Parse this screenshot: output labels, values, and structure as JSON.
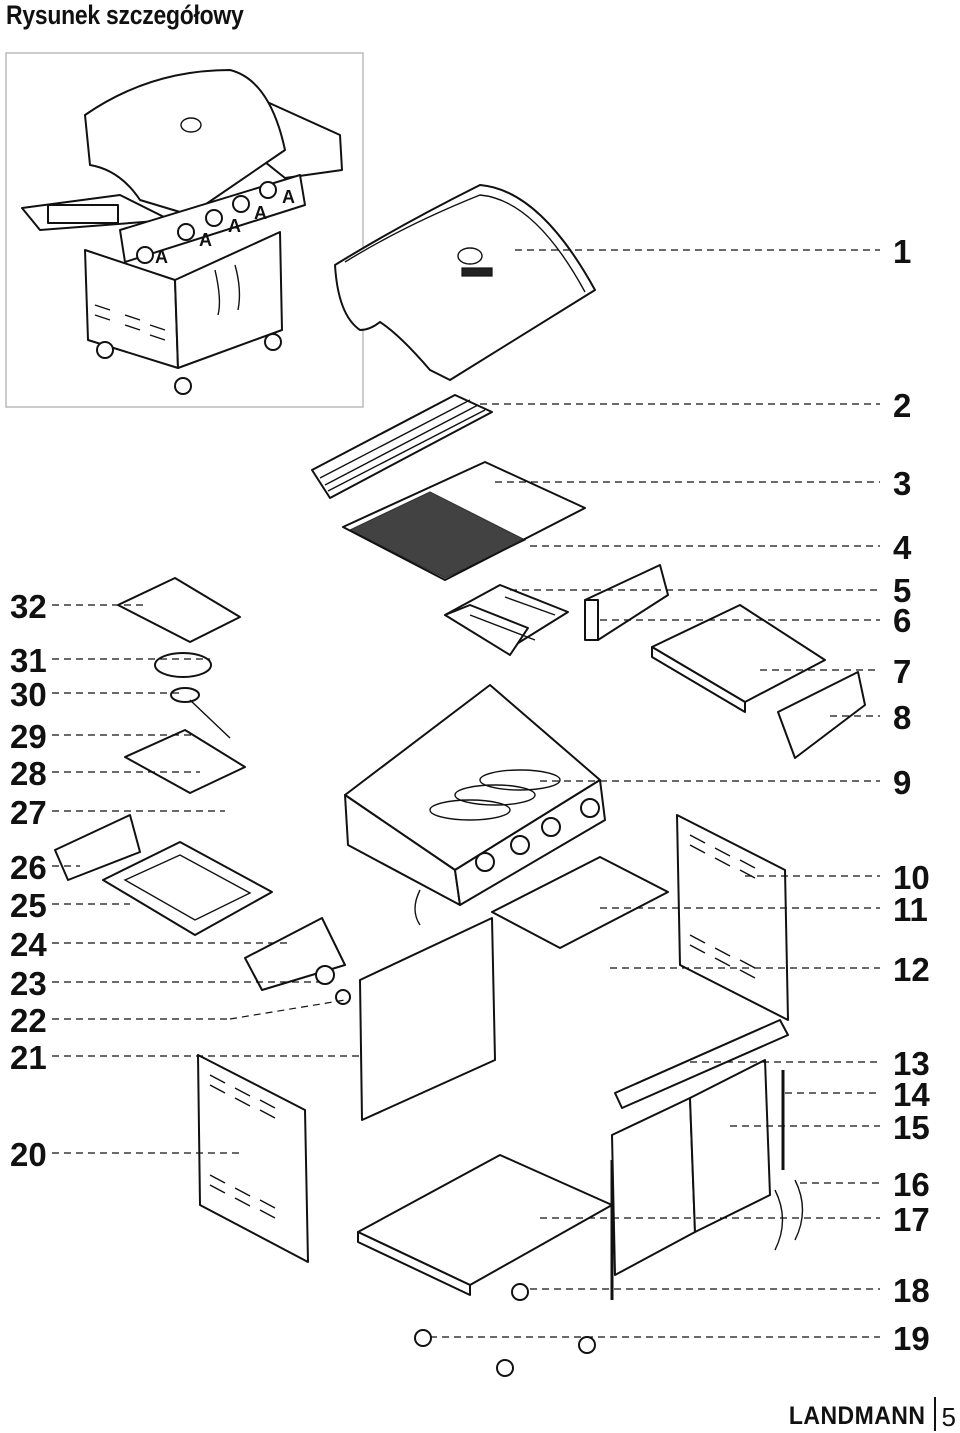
{
  "title": "Rysunek szczegółowy",
  "overview_knob_label": "A",
  "parts_right": [
    "1",
    "2",
    "3",
    "4",
    "5",
    "6",
    "7",
    "8",
    "9",
    "10",
    "11",
    "12",
    "13",
    "14",
    "15",
    "16",
    "17",
    "18",
    "19"
  ],
  "parts_left": [
    "32",
    "31",
    "30",
    "29",
    "28",
    "27",
    "26",
    "25",
    "24",
    "23",
    "22",
    "21",
    "20"
  ],
  "footer": {
    "brand": "LANDMANN",
    "page_number": "5"
  }
}
